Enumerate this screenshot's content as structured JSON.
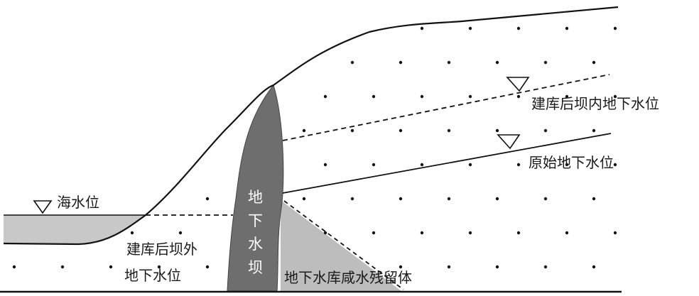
{
  "labels": {
    "sea_level": "海水位",
    "inner_water_level": "建库后坝内地下水位",
    "original_water_level": "原始地下水位",
    "outer_water_level_line1": "建库后坝外",
    "outer_water_level_line2": "地下水位",
    "saltwater_residue": "地下水库咸水残留体"
  },
  "dam_label": [
    "地",
    "下",
    "水",
    "坝"
  ],
  "colors": {
    "dam": "#6e6e6e",
    "sea": "#c8c8c8",
    "residue": "#bdbdbd",
    "line": "#111111",
    "dot": "#111111"
  }
}
